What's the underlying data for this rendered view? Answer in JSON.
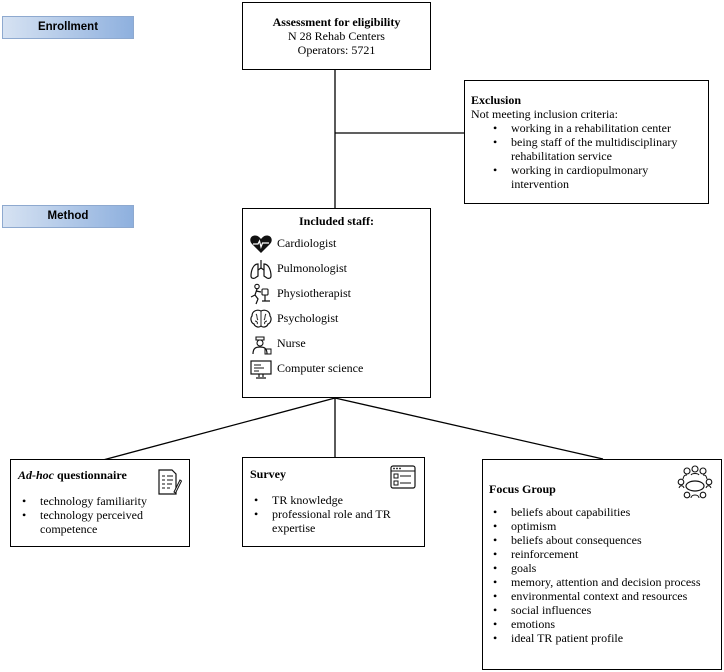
{
  "labels": {
    "enrollment": "Enrollment",
    "method": "Method"
  },
  "assessment": {
    "title": "Assessment for eligibility",
    "line1": "N 28 Rehab Centers",
    "line2": "Operators: 5721"
  },
  "exclusion": {
    "title": "Exclusion",
    "subtitle": "Not meeting inclusion criteria:",
    "items": [
      "working in a rehabilitation center",
      "being staff of the multidisciplinary rehabilitation service",
      "working in cardiopulmonary intervention"
    ]
  },
  "staff": {
    "title": "Included staff:",
    "items": [
      {
        "label": "Cardiologist",
        "icon": "heart-icon"
      },
      {
        "label": "Pulmonologist",
        "icon": "lungs-icon"
      },
      {
        "label": "Physiotherapist",
        "icon": "physiotherapy-icon"
      },
      {
        "label": "Psychologist",
        "icon": "brain-icon"
      },
      {
        "label": "Nurse",
        "icon": "nurse-icon"
      },
      {
        "label": "Computer science",
        "icon": "computer-icon"
      }
    ]
  },
  "questionnaire": {
    "title_italic": "Ad-hoc",
    "title_rest": " questionnaire",
    "items": [
      "technology familiarity",
      "technology perceived competence"
    ],
    "icon": "document-checklist-icon"
  },
  "survey": {
    "title": "Survey",
    "items": [
      "TR knowledge",
      "professional role and TR expertise"
    ],
    "icon": "survey-form-icon"
  },
  "focus_group": {
    "title": "Focus Group",
    "items": [
      "beliefs about capabilities",
      "optimism",
      "beliefs about consequences",
      "reinforcement",
      "goals",
      "memory, attention and decision process",
      "environmental context and resources",
      "social influences",
      "emotions",
      "ideal TR patient profile"
    ],
    "icon": "group-meeting-icon"
  }
}
